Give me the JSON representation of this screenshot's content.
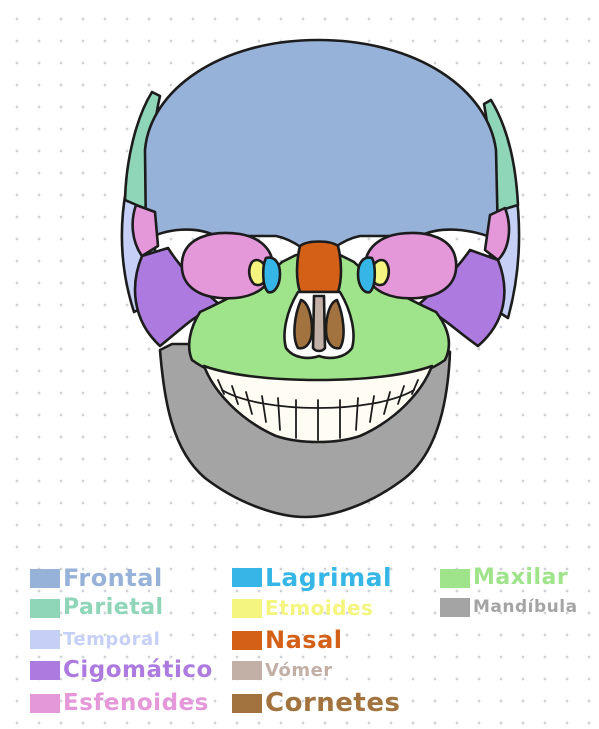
{
  "legend": [
    {
      "label": "Frontal",
      "color": "#97b2d8"
    },
    {
      "label": "Parietal",
      "color": "#8fd6b9"
    },
    {
      "label": "Temporal",
      "color": "#c6d0f7"
    },
    {
      "label": "Cigomático",
      "color": "#ad7be0"
    },
    {
      "label": "Esfenoides",
      "color": "#e497d9"
    },
    {
      "label": "Lagrimal",
      "color": "#36b6e6"
    },
    {
      "label": "Etmoides",
      "color": "#f4f57e"
    },
    {
      "label": "Nasal",
      "color": "#d45f17"
    },
    {
      "label": "Vómer",
      "color": "#c2afa6"
    },
    {
      "label": "Cornetes",
      "color": "#a2733f"
    },
    {
      "label": "Maxilar",
      "color": "#9fe48b"
    },
    {
      "label": "Mandíbula",
      "color": "#a4a4a4"
    }
  ]
}
